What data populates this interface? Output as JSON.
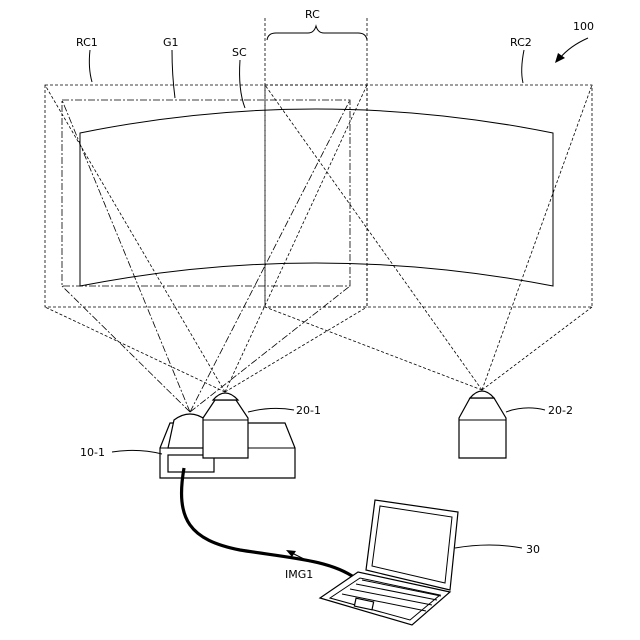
{
  "labels": {
    "system": "100",
    "rc1": "RC1",
    "g1": "G1",
    "sc": "SC",
    "rc": "RC",
    "rc2": "RC2",
    "projector1": "20-1",
    "projector2": "20-2",
    "device1": "10-1",
    "computer": "30",
    "image": "IMG1"
  }
}
